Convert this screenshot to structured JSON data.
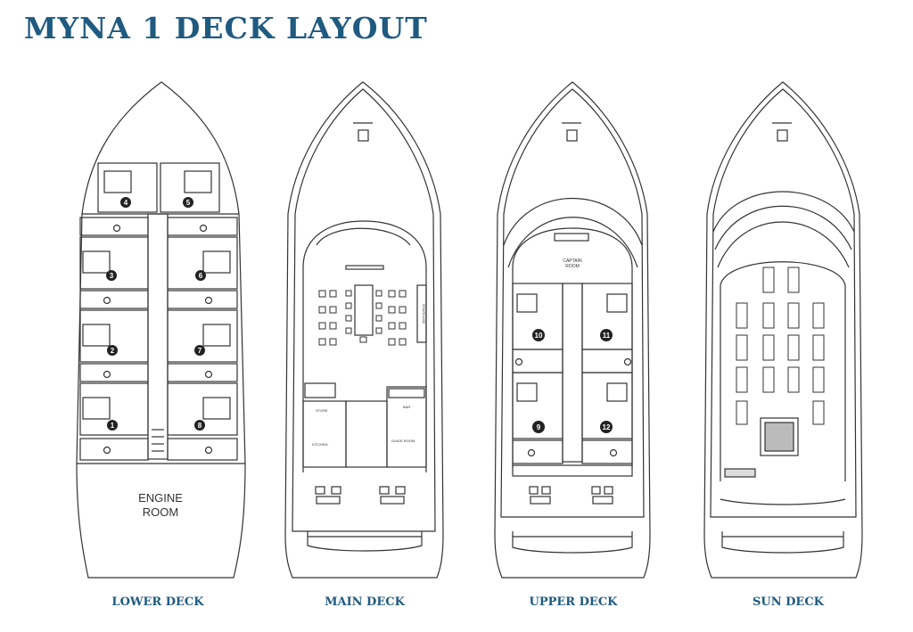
{
  "title": "MYNA 1 DECK LAYOUT",
  "colors": {
    "title": "#1f5a80",
    "line": "#333333"
  },
  "decks": [
    {
      "label": "LOWER DECK",
      "cabins": [
        "4",
        "5",
        "3",
        "6",
        "2",
        "7",
        "1",
        "8"
      ],
      "engine_room": [
        "ENGINE",
        "ROOM"
      ]
    },
    {
      "label": "MAIN DECK",
      "rooms": {
        "store": "STORE",
        "kitchen": "KITCHEN",
        "bar": "BAR",
        "guide_room": "GUIDE ROOM",
        "staircase": "STAIRCASE"
      }
    },
    {
      "label": "UPPER DECK",
      "captain_room": [
        "CAPTAIN",
        "ROOM"
      ],
      "cabins": [
        "10",
        "11",
        "9",
        "12"
      ]
    },
    {
      "label": "SUN DECK"
    }
  ]
}
